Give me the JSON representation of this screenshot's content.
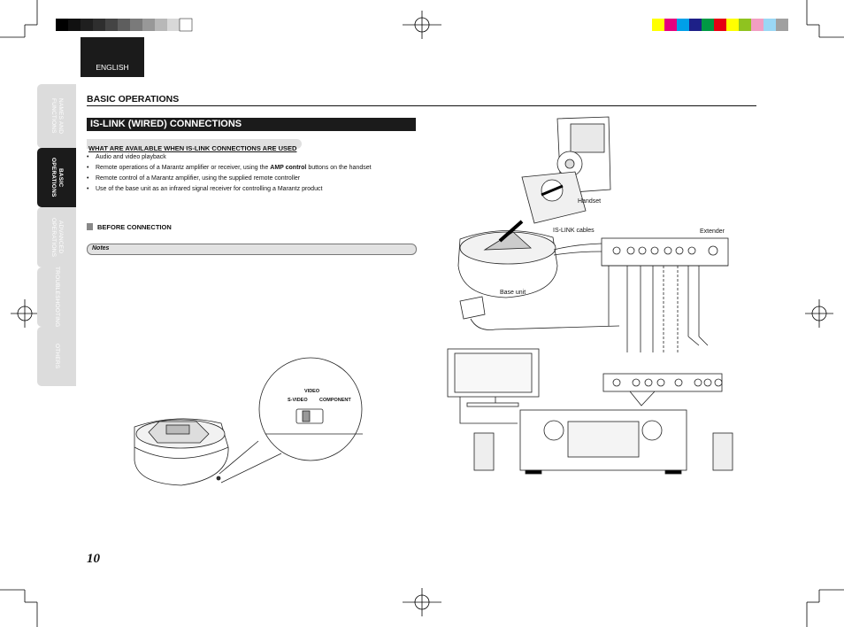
{
  "header": {
    "language": "ENGLISH"
  },
  "sidebar": {
    "tabs": [
      {
        "label": "NAMES AND FUNCTIONS",
        "active": false
      },
      {
        "label": "BASIC OPERATIONS",
        "active": true
      },
      {
        "label": "ADVANCED OPERATIONS",
        "active": false
      },
      {
        "label": "TROUBLESHOOTING",
        "active": false
      },
      {
        "label": "OTHERS",
        "active": false
      }
    ]
  },
  "section": {
    "title": "BASIC OPERATIONS"
  },
  "main": {
    "title": "IS-LINK (WIRED) CONNECTIONS",
    "subheading": "WHAT ARE AVAILABLE WHEN IS-LINK CONNECTIONS ARE USED",
    "bullets": [
      {
        "pre": "Audio and video playback",
        "bold": "",
        "post": ""
      },
      {
        "pre": "Remote operations of a Marantz amplifier or receiver, using the ",
        "bold": "AMP control",
        "post": " buttons on the handset"
      },
      {
        "pre": "Remote control of a Marantz amplifier, using the supplied remote controller",
        "bold": "",
        "post": ""
      },
      {
        "pre": "Use of the base unit as an infrared signal receiver for controlling a Marantz product",
        "bold": "",
        "post": ""
      }
    ],
    "before_connection": "BEFORE CONNECTION",
    "notes_label": "Notes"
  },
  "diagram": {
    "labels": {
      "handset": "Handset",
      "is_link_cables": "IS-LINK cables",
      "extender": "Extender",
      "base_unit": "Base unit",
      "video": "VIDEO",
      "s_video": "S-VIDEO",
      "component": "COMPONENT"
    }
  },
  "footer": {
    "page_number": "10"
  },
  "colors": {
    "dark": "#1b1b1b",
    "tab_inactive": "#dcdcdc",
    "calibration": [
      "#ffff00",
      "#e6007e",
      "#00a0e9",
      "#1d2088",
      "#009944",
      "#e60012",
      "#ffff00",
      "#8fc31f",
      "#f19ec2",
      "#9ad7f5",
      "#a0a0a0"
    ]
  }
}
